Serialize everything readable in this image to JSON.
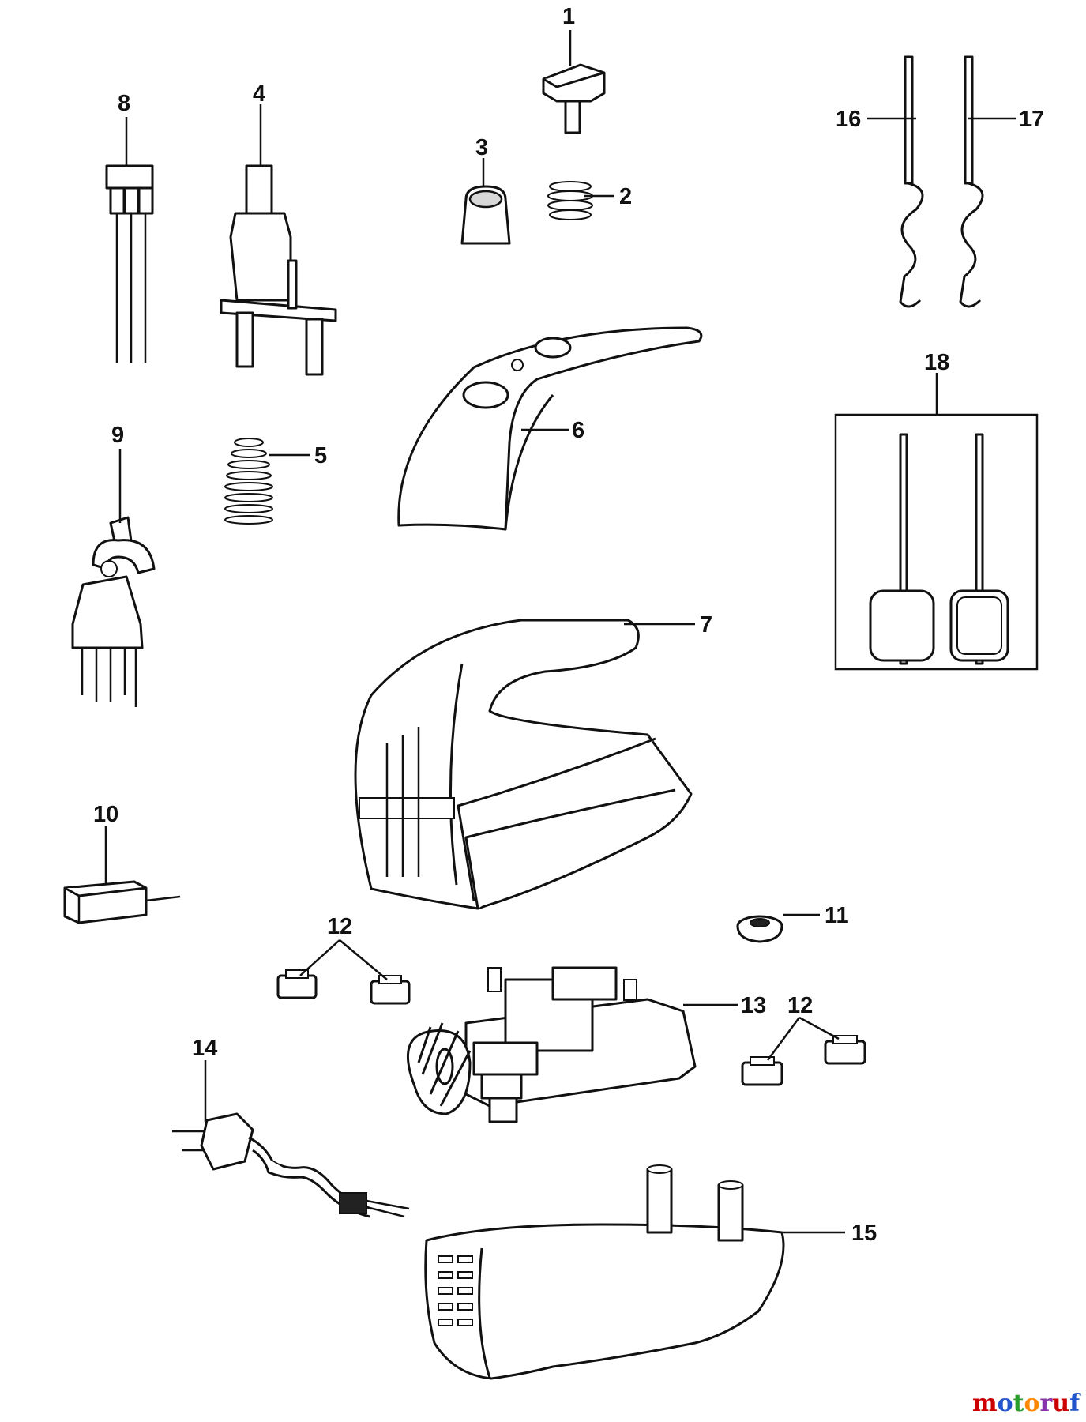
{
  "callouts": [
    "1",
    "2",
    "3",
    "4",
    "5",
    "6",
    "7",
    "8",
    "9",
    "10",
    "11",
    "12",
    "13",
    "12",
    "14",
    "15",
    "16",
    "17",
    "18"
  ],
  "watermark": {
    "text": "motoruf",
    "colors": [
      "#cc0000",
      "#2255cc",
      "#2a9d2a",
      "#ff8800",
      "#8833aa",
      "#cc0000",
      "#2255cc"
    ]
  }
}
